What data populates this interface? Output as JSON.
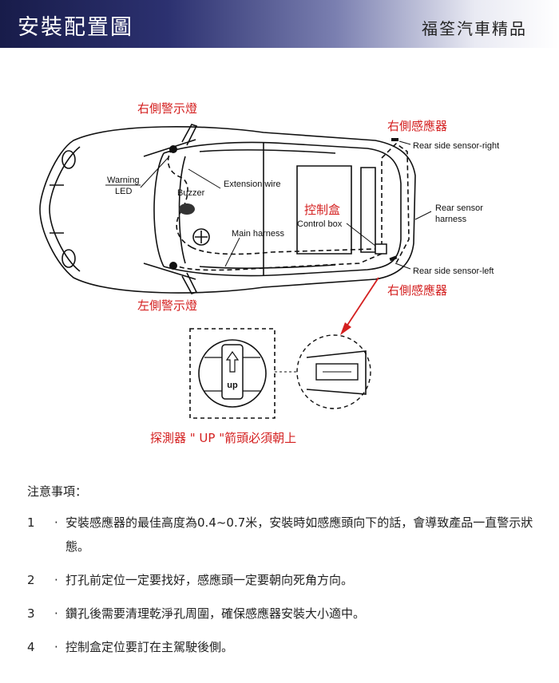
{
  "header": {
    "title": "安裝配置圖",
    "brand": "福筌汽車精品"
  },
  "diagram": {
    "labels": {
      "right_warning_light": "右側警示燈",
      "left_warning_light": "左側警示燈",
      "right_sensor_top": "右側感應器",
      "right_sensor_bottom": "右側感應器",
      "control_box_cn": "控制盒",
      "probe_up_note": "探測器 \" UP \"箭頭必須朝上"
    },
    "english": {
      "warning": "Warning",
      "led": "LED",
      "buzzer": "Buzzer",
      "extension_wire": "Extension wire",
      "control_box": "Control box",
      "main_harness": "Main harness",
      "rear_side_sensor_right": "Rear side sensor-right",
      "rear_sensor": "Rear sensor",
      "harness": "harness",
      "rear_side_sensor_left": "Rear side sensor-left",
      "up": "up"
    }
  },
  "notes": {
    "title": "注意事項：",
    "items": [
      {
        "num": "1",
        "text": "安裝感應器的最佳高度為0.4~0.7米，安裝時如感應頭向下的話，會導致產品一直警示狀態。"
      },
      {
        "num": "2",
        "text": "打孔前定位一定要找好，感應頭一定要朝向死角方向。"
      },
      {
        "num": "3",
        "text": "鑽孔後需要清理乾淨孔周圍，確保感應器安裝大小適中。"
      },
      {
        "num": "4",
        "text": "控制盒定位要訂在主駕駛後側。"
      }
    ]
  }
}
